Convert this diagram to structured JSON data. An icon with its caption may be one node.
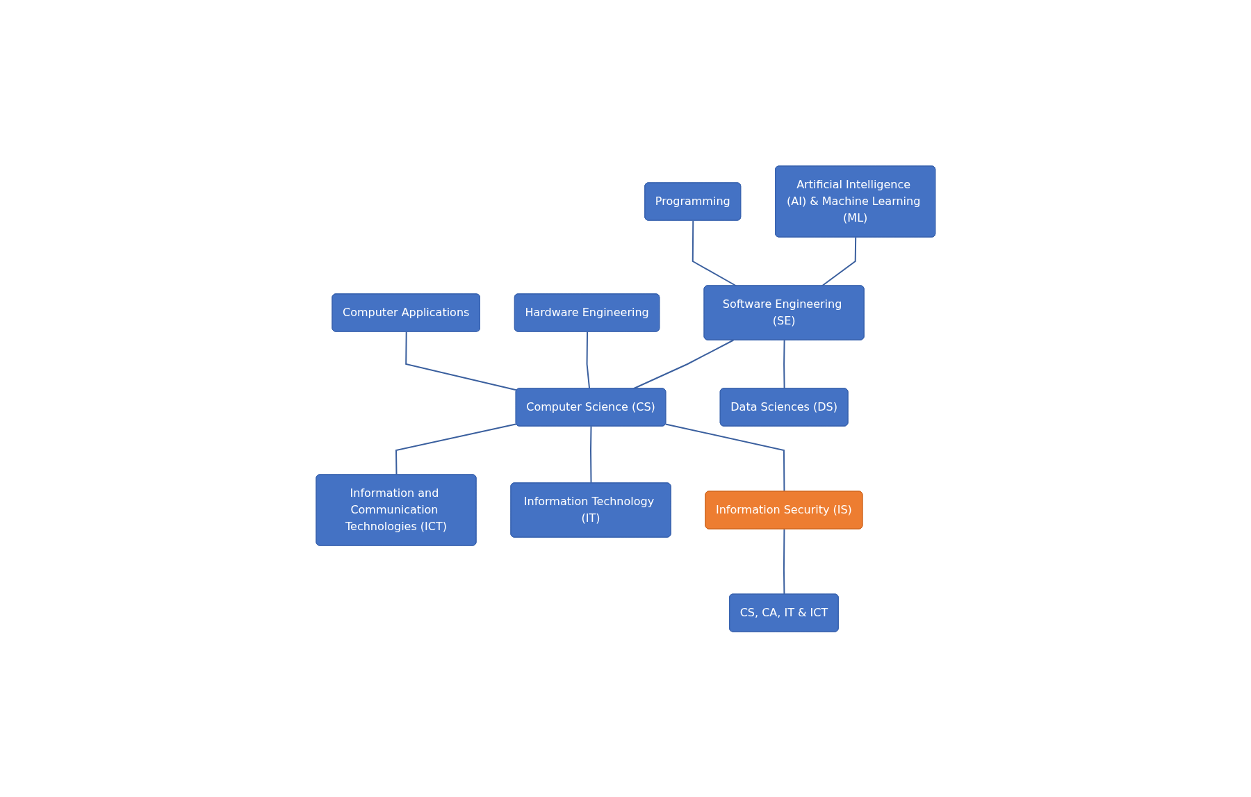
{
  "diagram": {
    "nodes": [
      {
        "text": [
          "Programming"
        ]
      },
      {
        "text": [
          "Artificial Intelligence (AI) & Machine Learning (ML)"
        ]
      },
      {
        "text": [
          "Computer Applications"
        ]
      },
      {
        "text": [
          "Hardware Engineering"
        ]
      },
      {
        "text": [
          "Software Engineering (SE)"
        ]
      },
      {
        "text": [
          "Data Sciences (DS)"
        ]
      },
      {
        "text": [
          "Computer Science (CS)"
        ]
      },
      {
        "text": [
          "Information and Communication Technologies (ICT)"
        ]
      },
      {
        "text": [
          "Information Technology (IT)"
        ]
      },
      {
        "text": [
          "Information Security (IS)"
        ]
      },
      {
        "text": [
          "CS, CA, IT & ICT"
        ]
      }
    ],
    "edges": [
      {
        "from": 0,
        "to": 4,
        "arrow": "none"
      },
      {
        "from": 1,
        "to": 4,
        "arrow": "none"
      },
      {
        "from": 2,
        "to": 6,
        "arrow": "none"
      },
      {
        "from": 3,
        "to": 6,
        "arrow": "none"
      },
      {
        "from": 4,
        "to": 6,
        "arrow": "none"
      },
      {
        "from": 4,
        "to": 5,
        "arrow": "none"
      },
      {
        "from": 6,
        "to": 7,
        "arrow": "none"
      },
      {
        "from": 6,
        "to": 8,
        "arrow": "none"
      },
      {
        "from": 6,
        "to": 9,
        "arrow": "none"
      },
      {
        "from": 9,
        "to": 10,
        "arrow": "none"
      }
    ]
  }
}
